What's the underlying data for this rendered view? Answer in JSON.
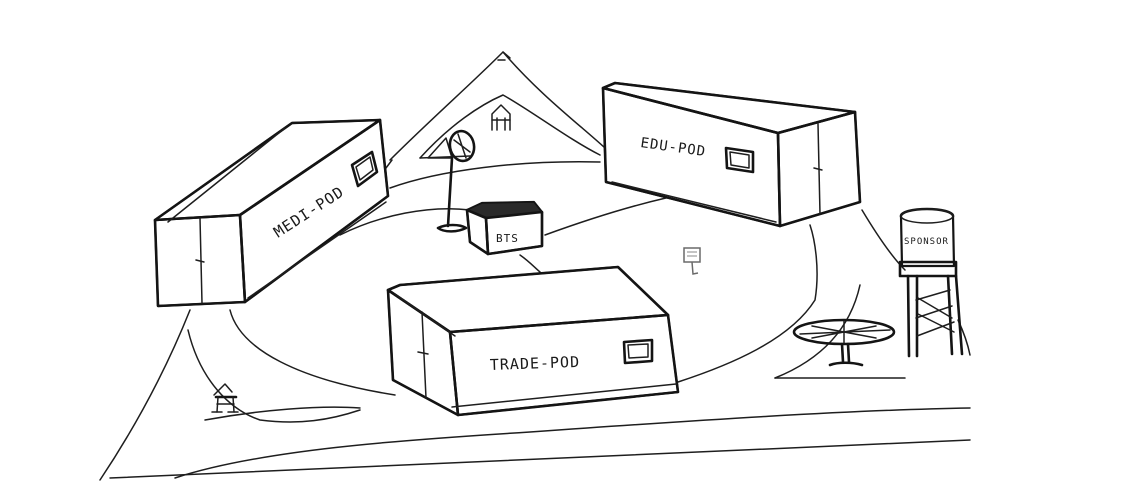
{
  "labels": {
    "medi_pod": "MEDI-POD",
    "edu_pod": "EDU-POD",
    "trade_pod": "TRADE-POD",
    "bts": "BTS",
    "sponsor": "SPONSOR"
  },
  "colors": {
    "ink": "#1e1e1e",
    "paper": "#ffffff"
  }
}
